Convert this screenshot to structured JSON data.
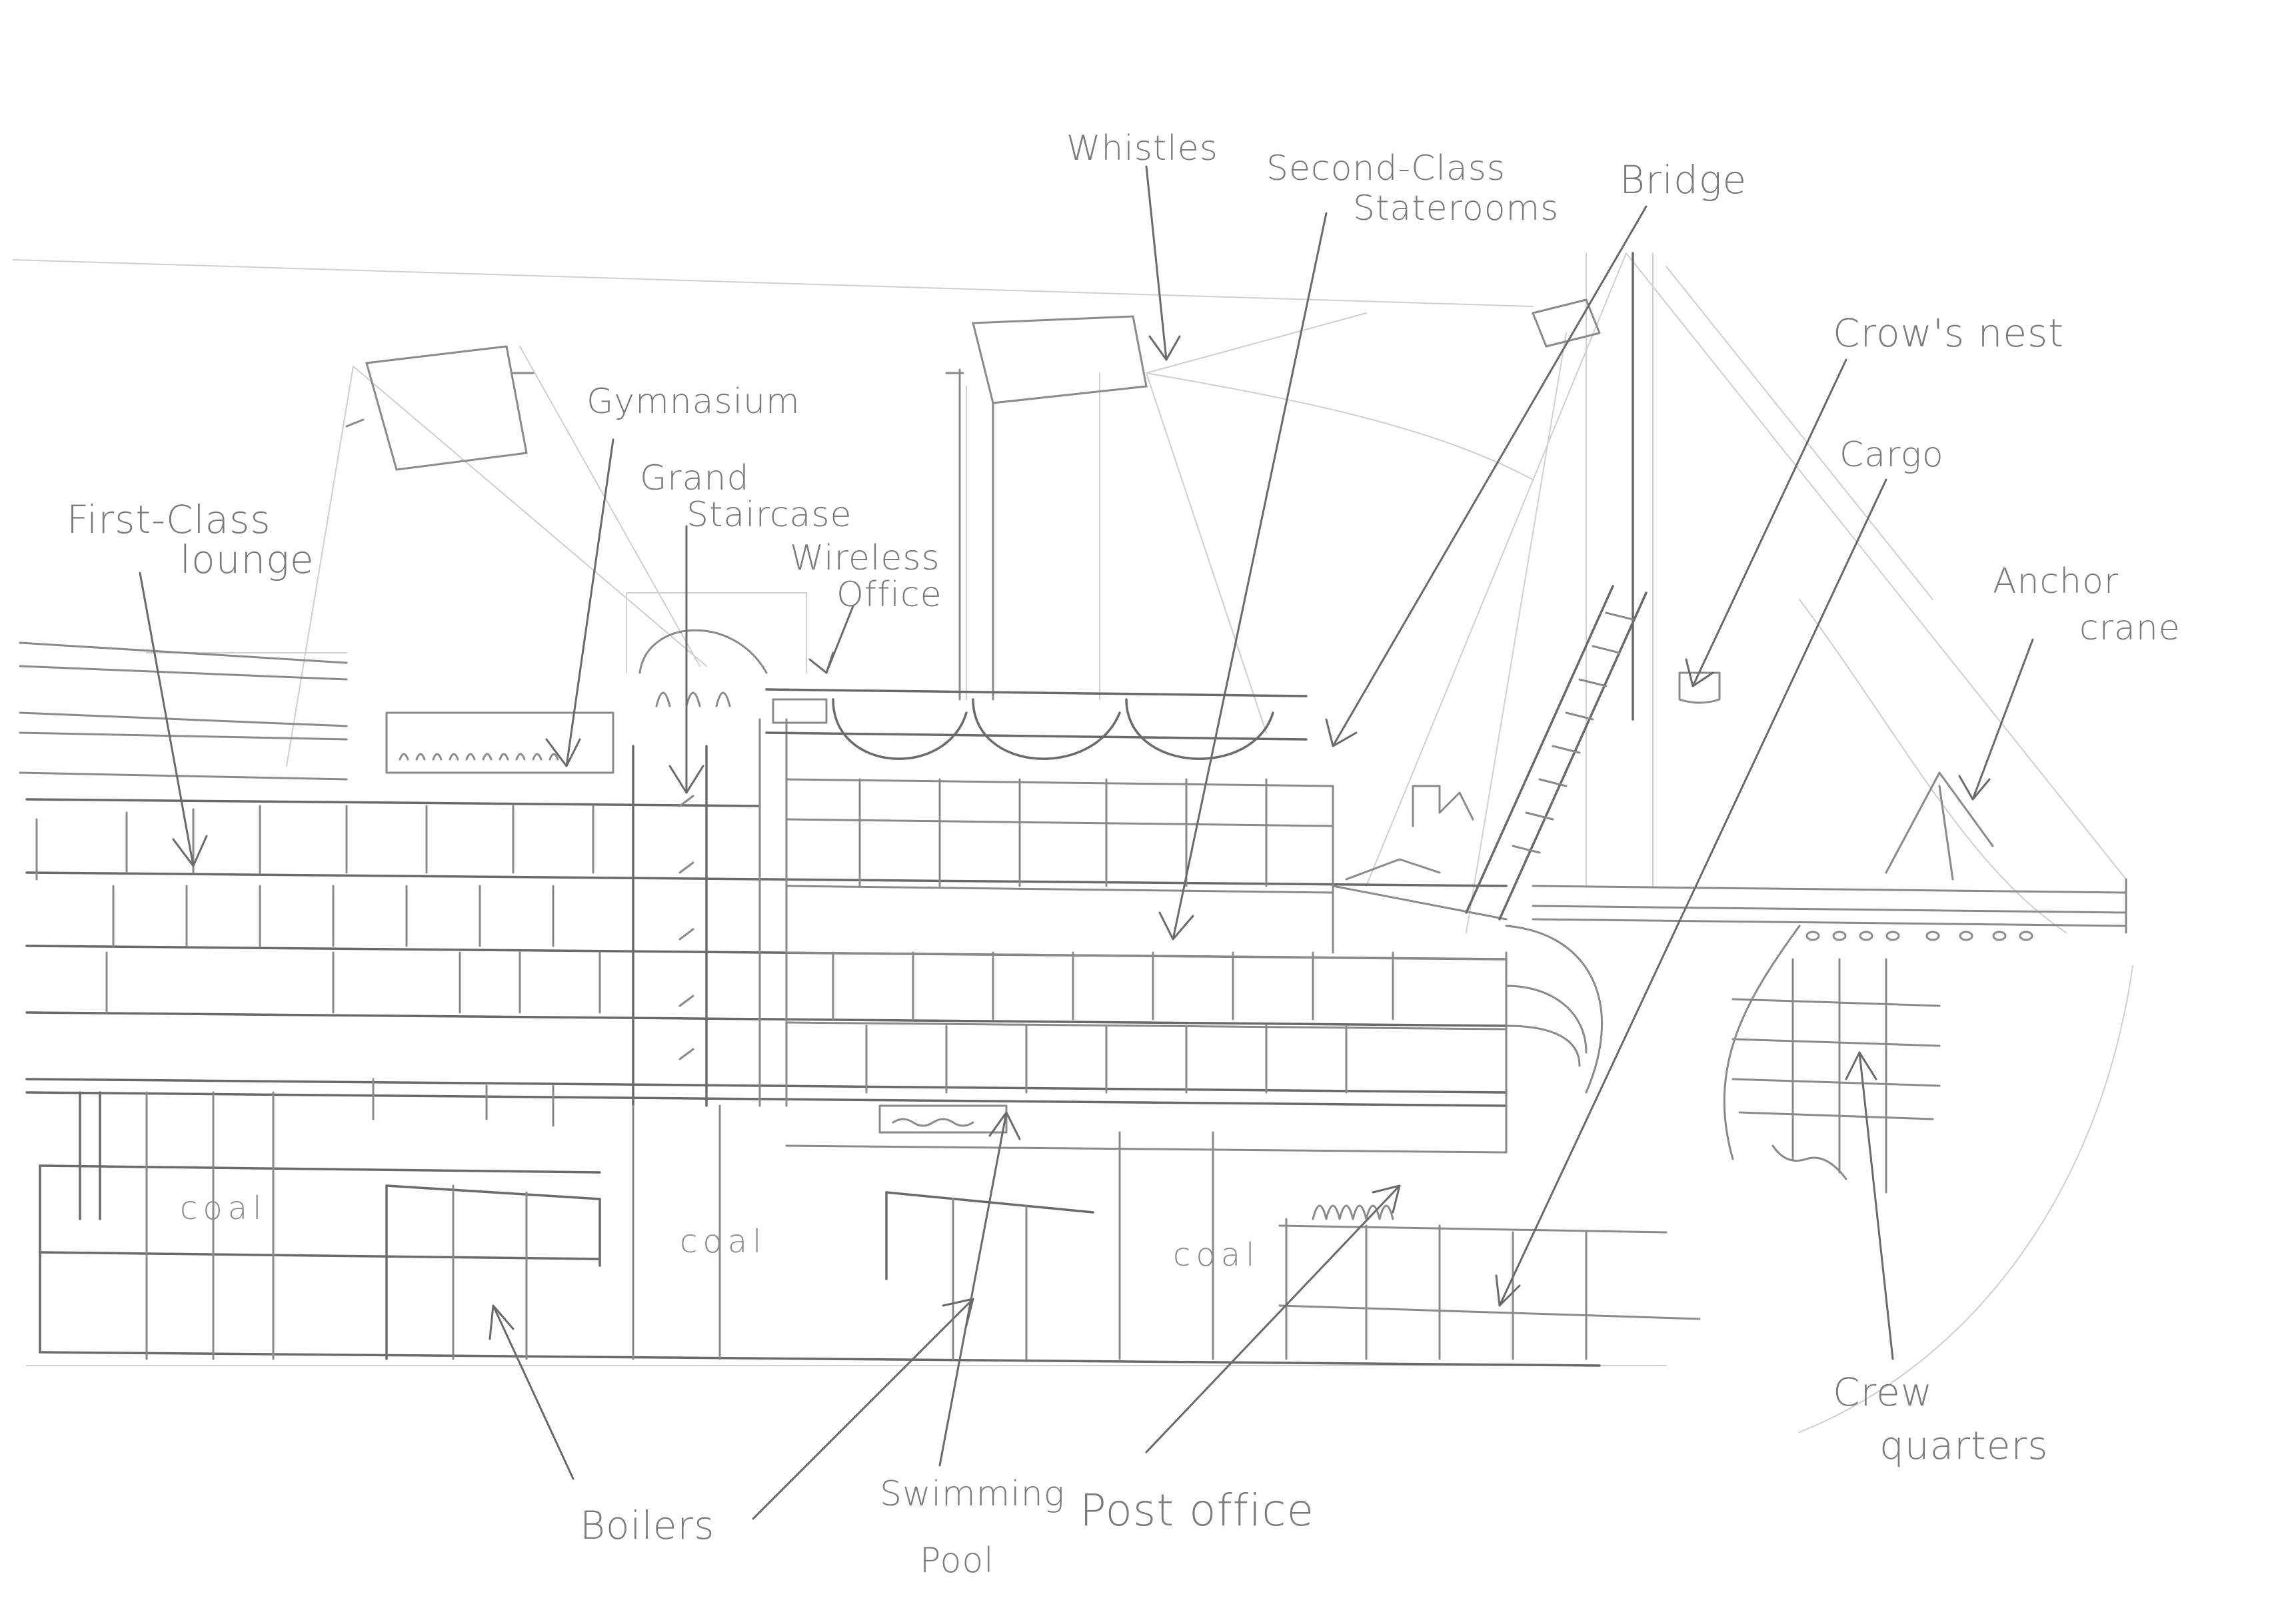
{
  "colors": {
    "pencil": "#8a8a8a",
    "faint": "#cfcfcf",
    "dark": "#6a6a6a",
    "paper": "#ffffff"
  },
  "labels": {
    "first_class_lounge_1": "First-Class",
    "first_class_lounge_2": "lounge",
    "gymnasium": "Gymnasium",
    "grand_staircase_1": "Grand",
    "grand_staircase_2": "Staircase",
    "wireless_office_1": "Wireless",
    "wireless_office_2": "Office",
    "whistles": "Whistles",
    "second_class_1": "Second-Class",
    "second_class_2": "Staterooms",
    "bridge": "Bridge",
    "crows_nest": "Crow's nest",
    "cargo": "Cargo",
    "anchor_crane_1": "Anchor",
    "anchor_crane_2": "crane",
    "crew_quarters_1": "Crew",
    "crew_quarters_2": "quarters",
    "boilers": "Boilers",
    "swimming_pool_1": "Swimming",
    "swimming_pool_2": "Pool",
    "post_office": "Post office",
    "coal_1": "coal",
    "coal_2": "coal",
    "coal_3": "coal"
  }
}
